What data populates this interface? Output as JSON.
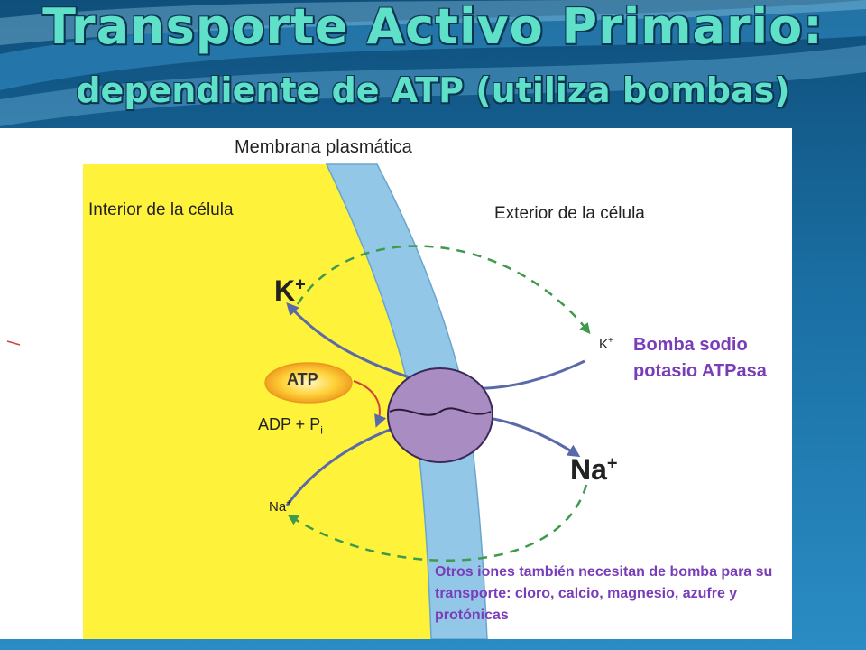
{
  "slide": {
    "title": "Transporte Activo Primario:",
    "subtitle": "dependiente de ATP (utiliza bombas)"
  },
  "diagram": {
    "membrane_label": "Membrana plasmática",
    "interior_label": "Interior de la célula",
    "exterior_label": "Exterior de la célula",
    "k_inside": "K",
    "k_outside": "K",
    "na_inside": "Na",
    "na_outside": "Na",
    "plus": "+",
    "atp": "ATP",
    "adp": "ADP + P",
    "adp_sub": "i",
    "pump_label": "Bomba sodio potasio ATPasa",
    "note": "Otros iones también necesitan de bomba para su transporte:  cloro, calcio, magnesio, azufre y protónicas"
  },
  "colors": {
    "cytoplasm": "#fff23a",
    "membrane": "#93c7e8",
    "pump": "#a98dc2",
    "arrow": "#5a6aa8",
    "dashed_arrow": "#3f9a4d",
    "label_accent": "#7a3db8"
  }
}
